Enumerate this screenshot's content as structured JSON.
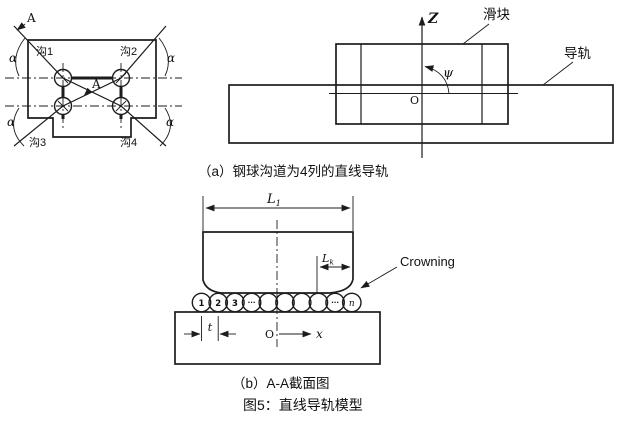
{
  "figure": {
    "caption_a": "（a）钢球沟道为4列的直线导轨",
    "caption_b": "（b）A-A截面图",
    "caption_fig": "图5：直线导轨模型"
  },
  "colors": {
    "line": "#1c1c1c",
    "background": "#ffffff"
  },
  "cross_section": {
    "section_label": "A",
    "angle_label": "α",
    "grooves": [
      "沟1",
      "沟2",
      "沟3",
      "沟4"
    ]
  },
  "side_view": {
    "z_axis_label": "Z",
    "yaw_angle_label": "ψ",
    "origin_label": "O",
    "slider_label": "滑块",
    "rail_label": "导轨"
  },
  "section_view": {
    "length_base": "L",
    "length_sub": "1",
    "crowning_len_base": "L",
    "crowning_len_sub": "k",
    "crowning_label": "Crowning",
    "pitch_label": "t",
    "origin_label": "O",
    "x_axis_label": "x",
    "ball_labels": [
      "1",
      "2",
      "3",
      "···",
      "",
      "",
      "",
      "",
      "···",
      "n"
    ]
  }
}
